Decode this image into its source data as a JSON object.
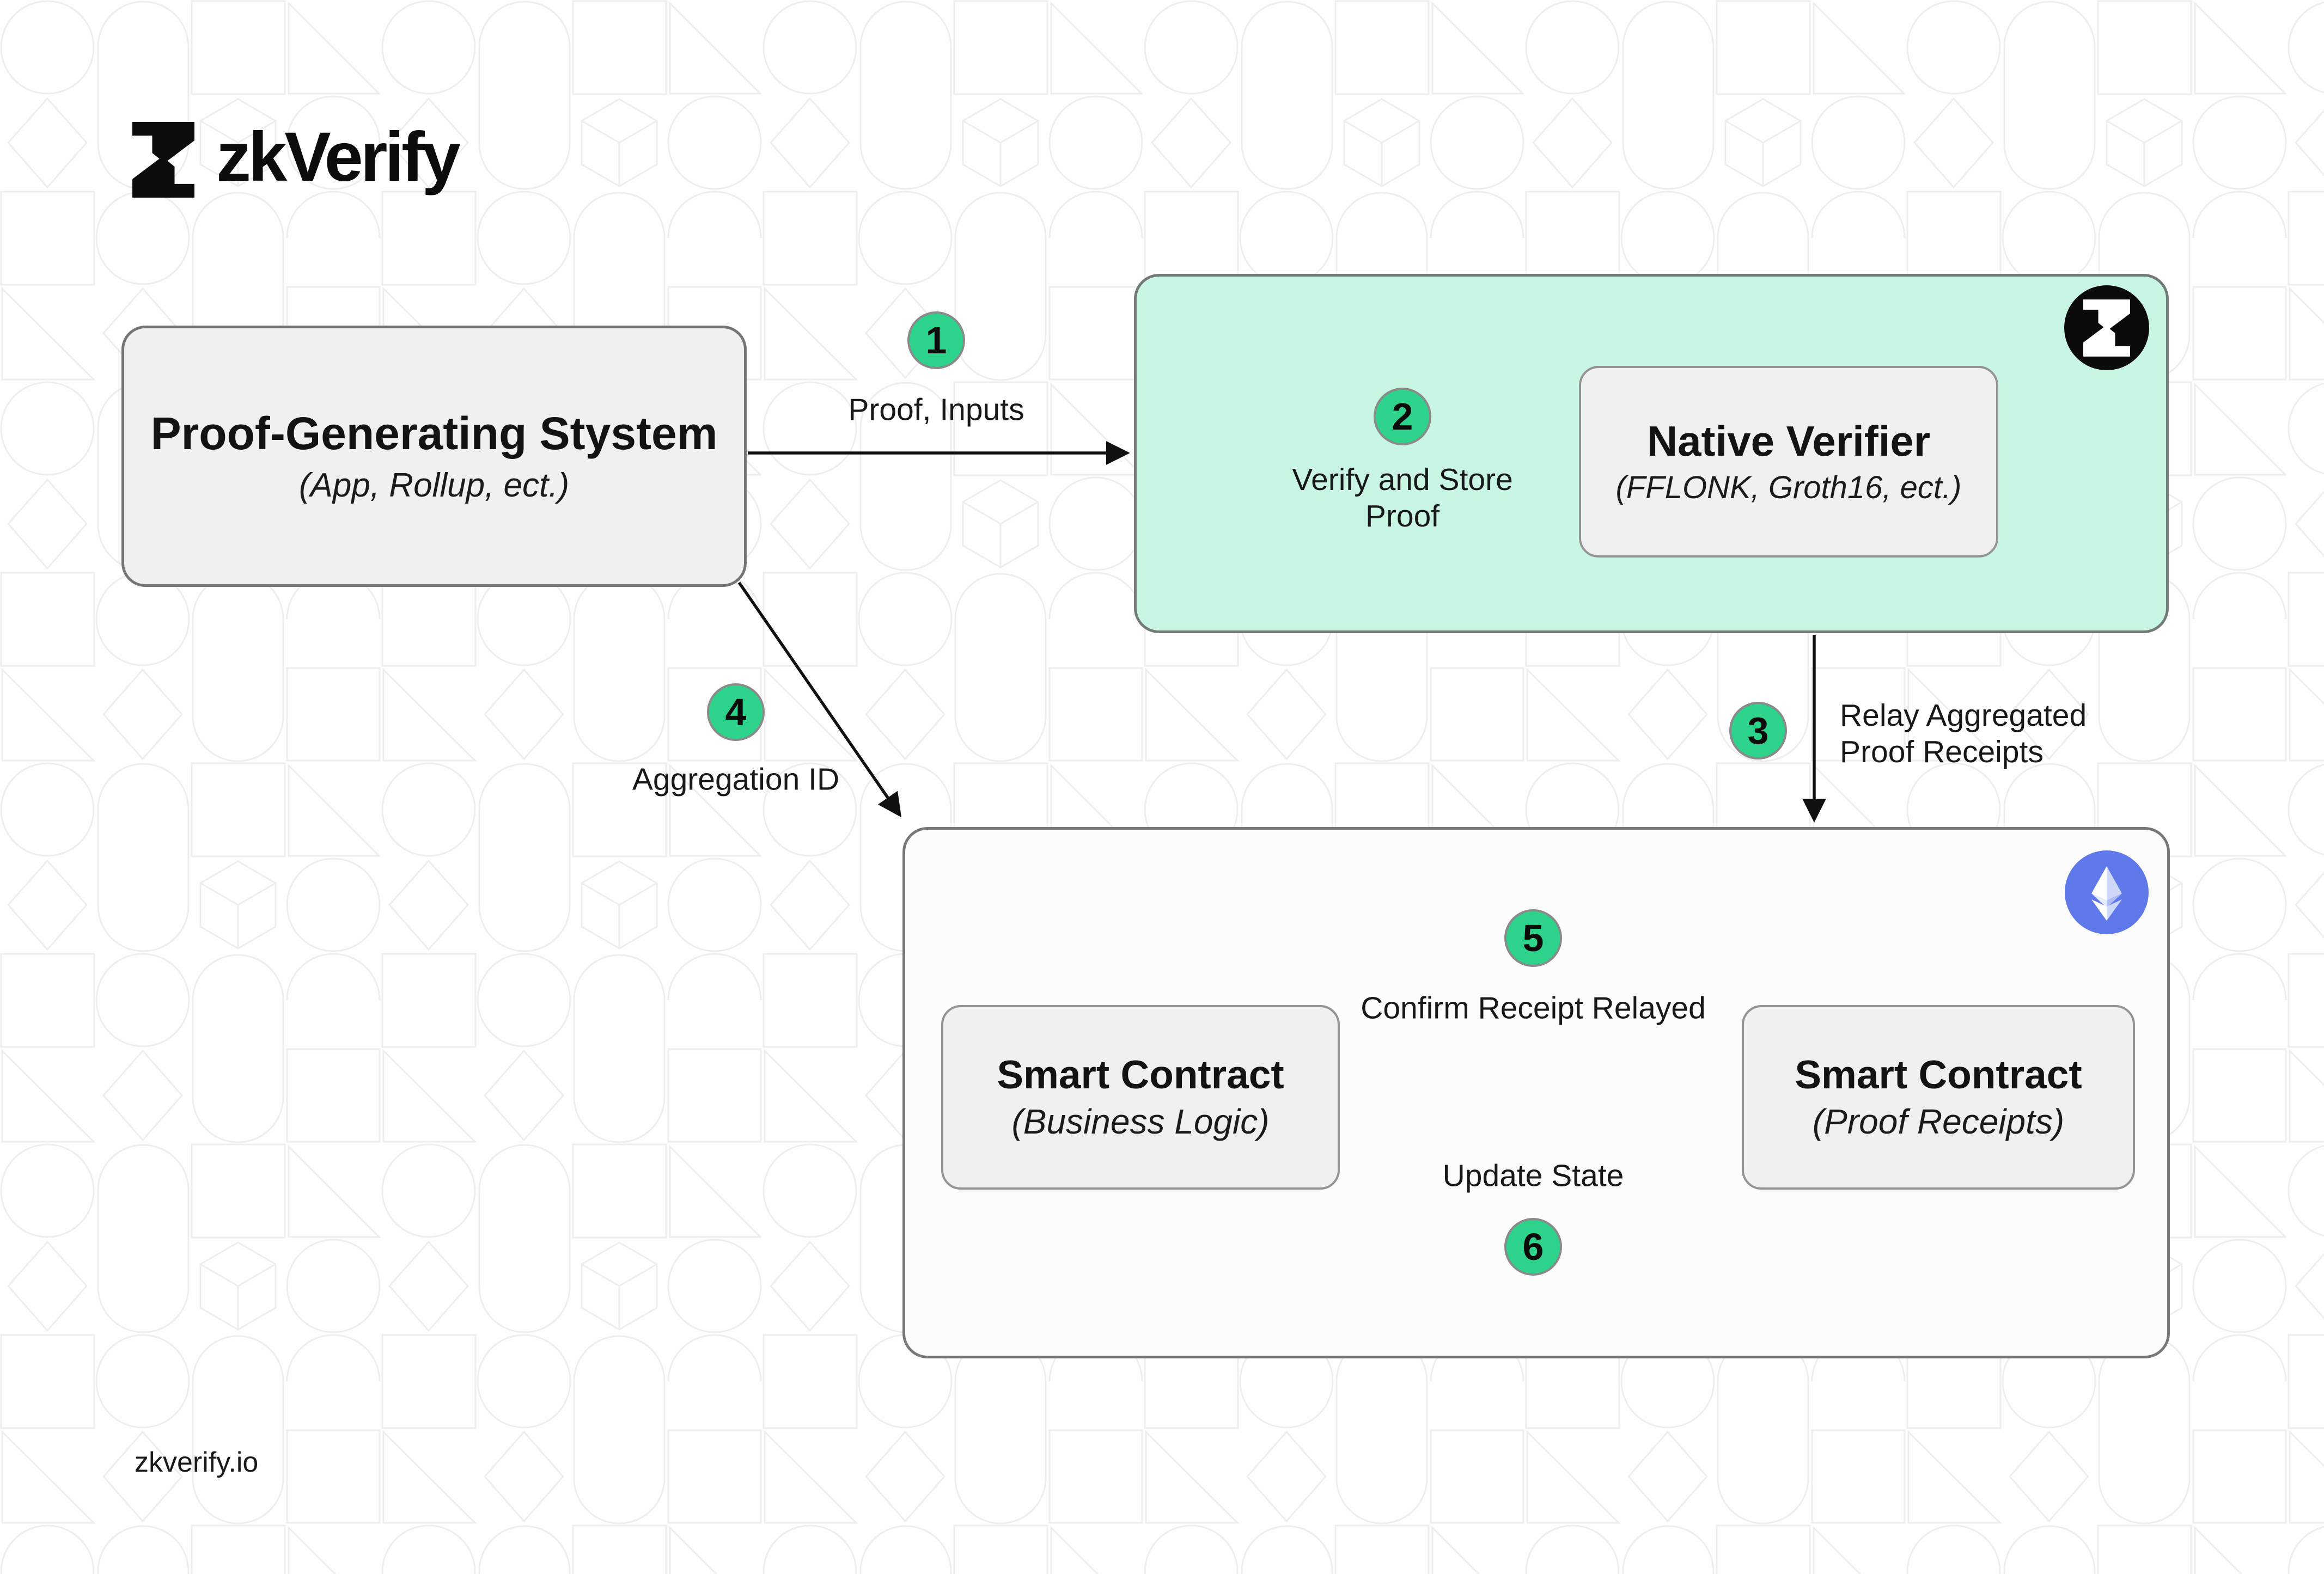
{
  "header": {
    "wordmark": "zkVerify"
  },
  "footer": {
    "site": "zkverify.io"
  },
  "colors": {
    "accent_green": "#2dd28b",
    "mint_panel": "#c9f6e2",
    "eth_blue": "#5f78ea",
    "panel_gray": "#f0f0f0",
    "canvas_bg": "#fefefe",
    "pattern_stroke": "#eeeeee",
    "text": "#131313"
  },
  "nodes": {
    "proof_system": {
      "title": "Proof-Generating Stystem",
      "subtitle": "(App, Rollup, ect.)"
    },
    "zkverify_chain": {
      "icon": "zkverify-badge-icon",
      "native_verifier": {
        "title": "Native Verifier",
        "subtitle": "(FFLONK, Groth16, ect.)"
      }
    },
    "ethereum_chain": {
      "icon": "ethereum-icon",
      "business_contract": {
        "title": "Smart Contract",
        "subtitle": "(Business Logic)"
      },
      "receipts_contract": {
        "title": "Smart Contract",
        "subtitle": "(Proof Receipts)"
      }
    }
  },
  "steps": [
    {
      "num": "1",
      "label": "Proof, Inputs"
    },
    {
      "num": "2",
      "label": "Verify and Store\nProof"
    },
    {
      "num": "3",
      "label": "Relay Aggregated\nProof Receipts"
    },
    {
      "num": "4",
      "label": "Aggregation ID"
    },
    {
      "num": "5",
      "label": "Confirm Receipt Relayed"
    },
    {
      "num": "6",
      "label": "Update State"
    }
  ]
}
